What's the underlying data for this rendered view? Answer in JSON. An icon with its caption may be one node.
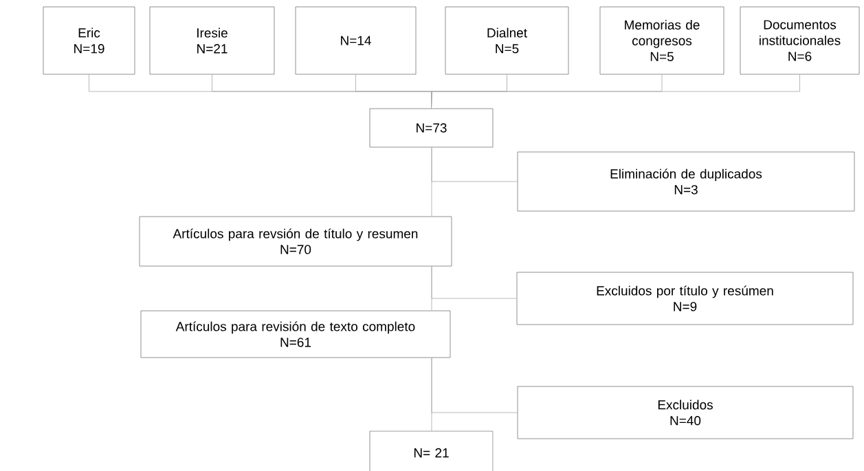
{
  "diagram": {
    "nodes": [
      {
        "text": [
          "Eric",
          "N=19"
        ]
      },
      {
        "text": [
          "Iresie",
          "N=21"
        ]
      },
      {
        "text": [
          "N=14"
        ]
      },
      {
        "text": [
          "Dialnet",
          "N=5"
        ]
      },
      {
        "text": [
          "Memorias de congresos",
          "N=5"
        ]
      },
      {
        "text": [
          "Documentos institucionales",
          "N=6"
        ]
      },
      {
        "text": [
          "N=73"
        ]
      },
      {
        "text": [
          "Eliminación de duplicados",
          "N=3"
        ]
      },
      {
        "text": [
          "Artículos para revsión de título y resumen",
          "N=70"
        ]
      },
      {
        "text": [
          "Excluidos por título y resúmen",
          "N=9"
        ]
      },
      {
        "text": [
          "Artículos para revisión de texto completo",
          "N=61"
        ]
      },
      {
        "text": [
          "Excluidos",
          "N=40"
        ]
      },
      {
        "text": [
          "N= 21"
        ]
      }
    ],
    "edges": [
      {
        "from": 0,
        "to": 6,
        "arrow": "none"
      },
      {
        "from": 1,
        "to": 6,
        "arrow": "none"
      },
      {
        "from": 2,
        "to": 6,
        "arrow": "none"
      },
      {
        "from": 3,
        "to": 6,
        "arrow": "none"
      },
      {
        "from": 4,
        "to": 6,
        "arrow": "none"
      },
      {
        "from": 5,
        "to": 6,
        "arrow": "none"
      },
      {
        "from": 6,
        "to": 7,
        "arrow": "none"
      },
      {
        "from": 6,
        "to": 8,
        "arrow": "none"
      },
      {
        "from": 8,
        "to": 9,
        "arrow": "none"
      },
      {
        "from": 8,
        "to": 10,
        "arrow": "none"
      },
      {
        "from": 10,
        "to": 11,
        "arrow": "none"
      },
      {
        "from": 10,
        "to": 12,
        "arrow": "none"
      }
    ]
  }
}
